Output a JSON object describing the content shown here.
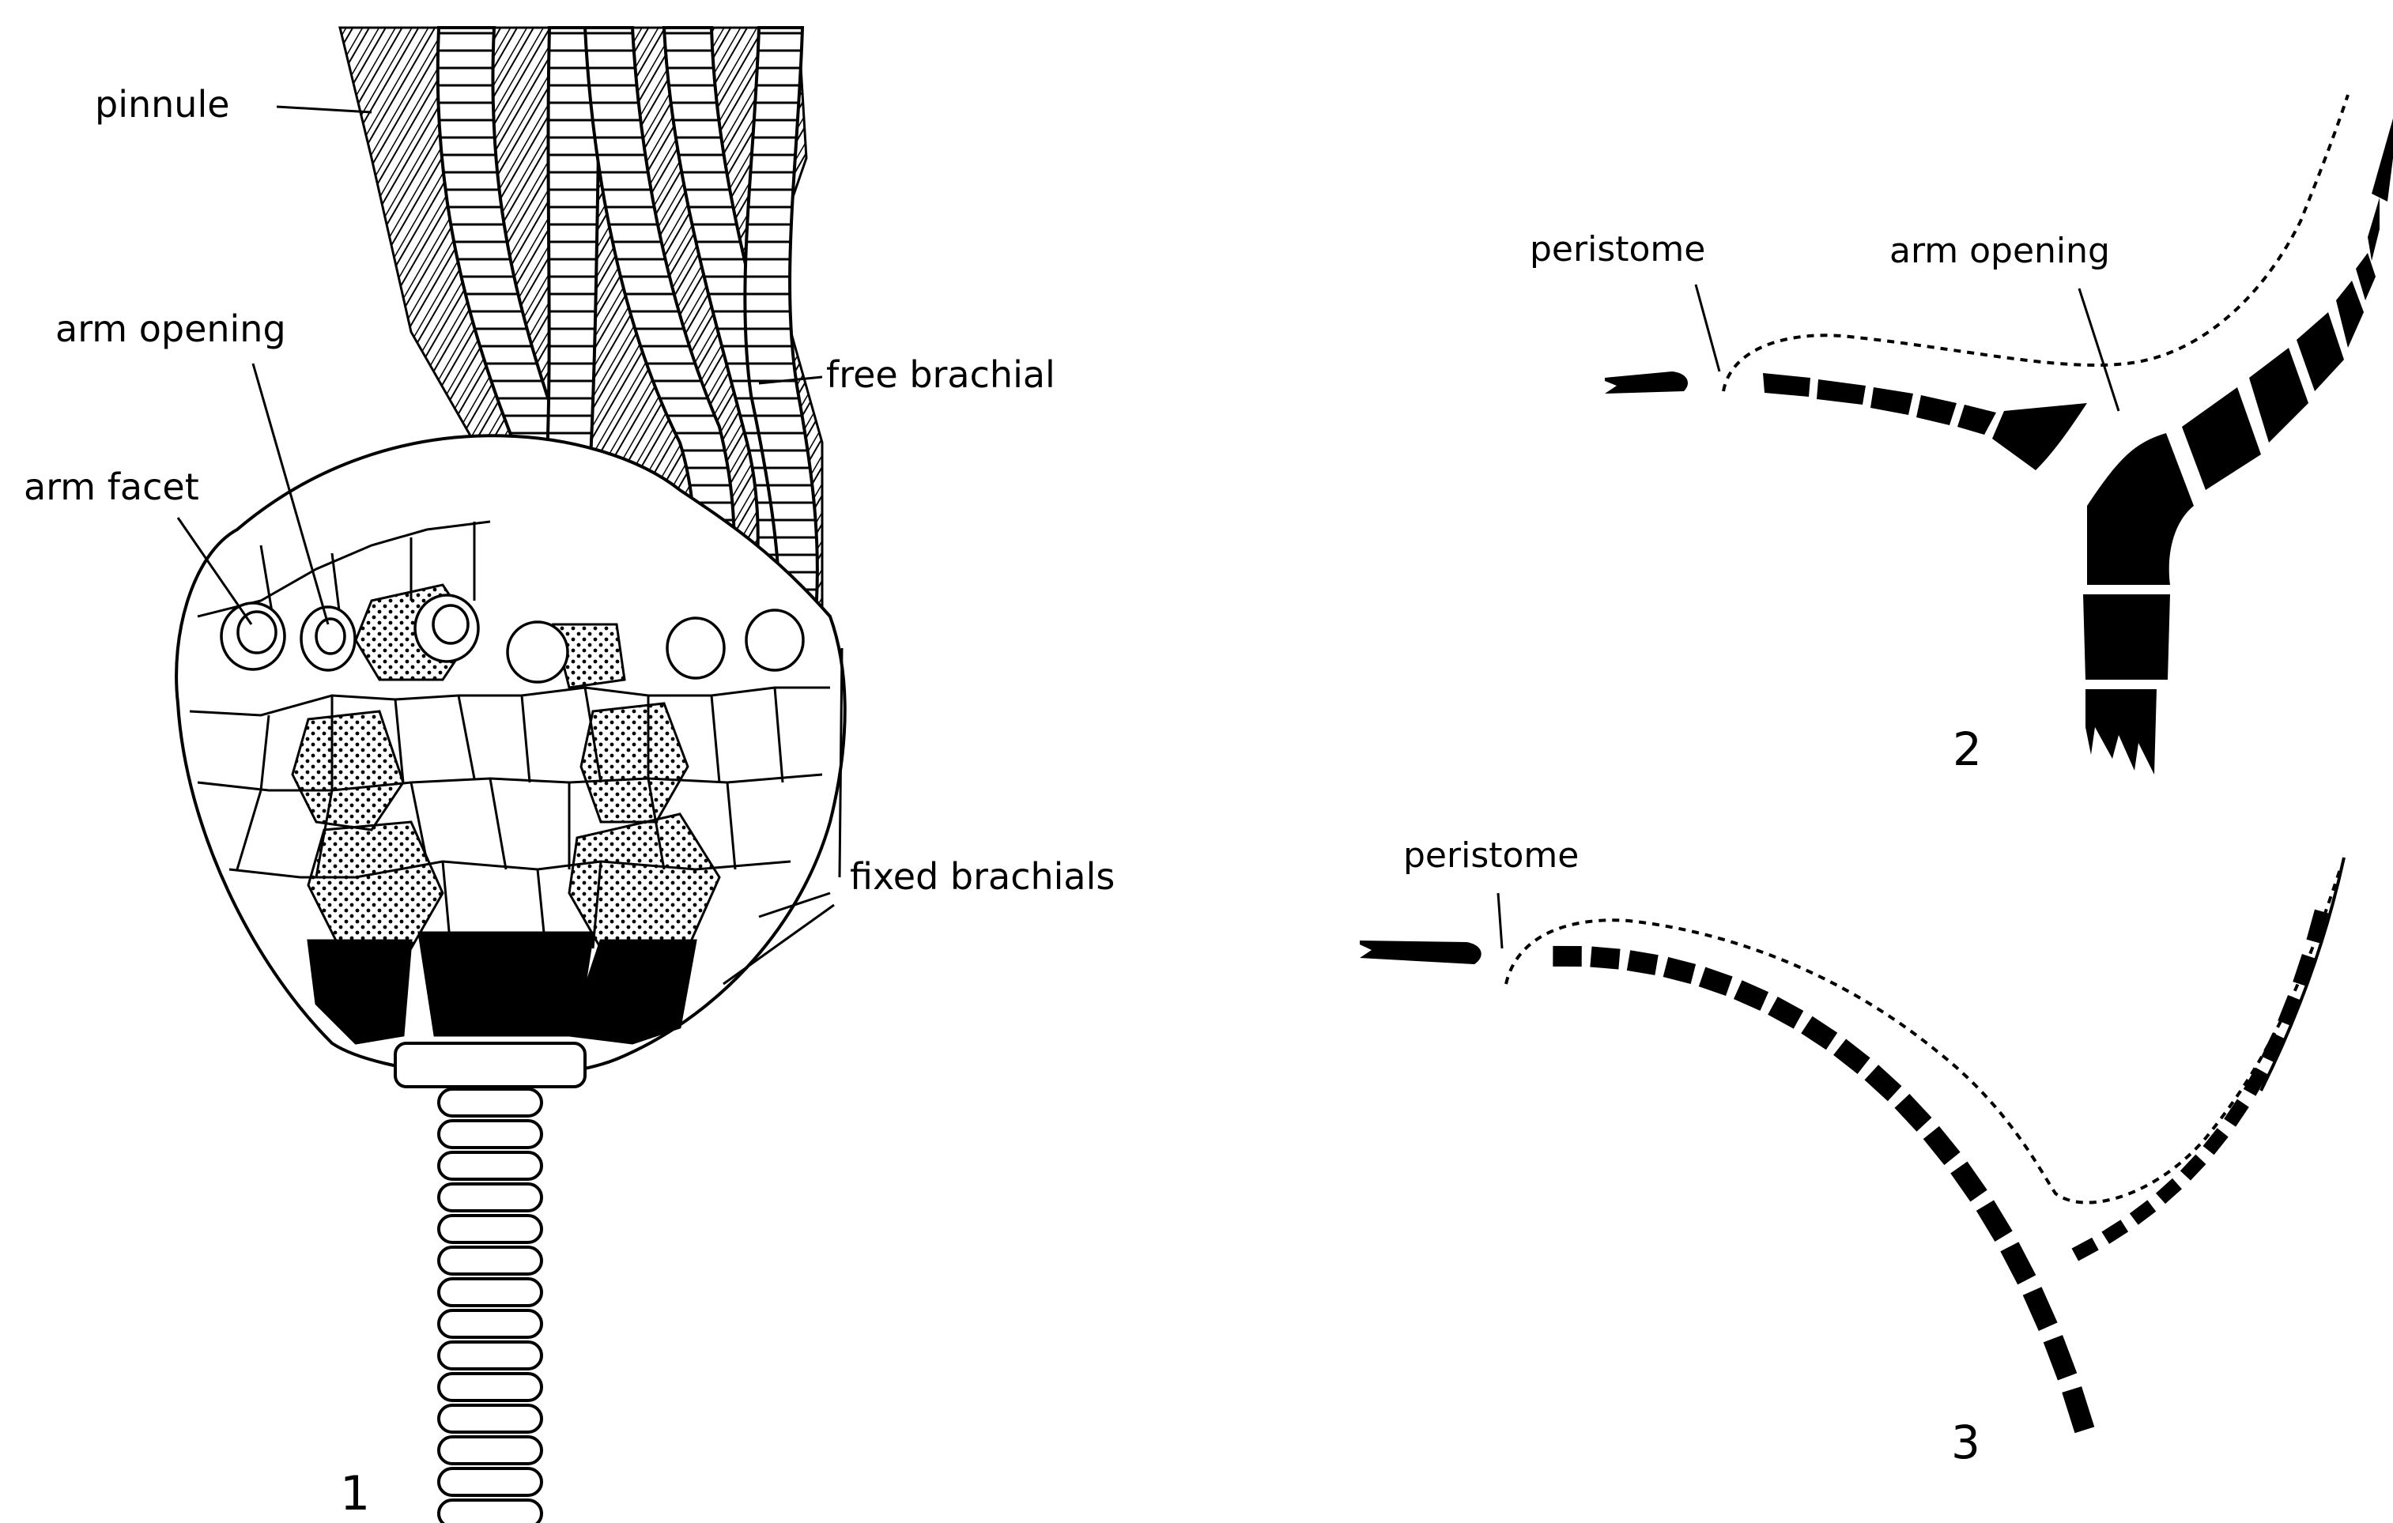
{
  "figure1": {
    "label_pinnule": "pinnule",
    "label_arm_opening": "arm opening",
    "label_arm_facet": "arm facet",
    "label_free_brachial": "free brachial",
    "label_fixed_brachials": "fixed brachials",
    "number": "1"
  },
  "figure2": {
    "label_peristome": "peristome",
    "label_arm_opening": "arm opening",
    "number": "2"
  },
  "figure3": {
    "label_peristome": "peristome",
    "number": "3"
  },
  "colors": {
    "ink": "#000000",
    "paper": "#ffffff"
  }
}
